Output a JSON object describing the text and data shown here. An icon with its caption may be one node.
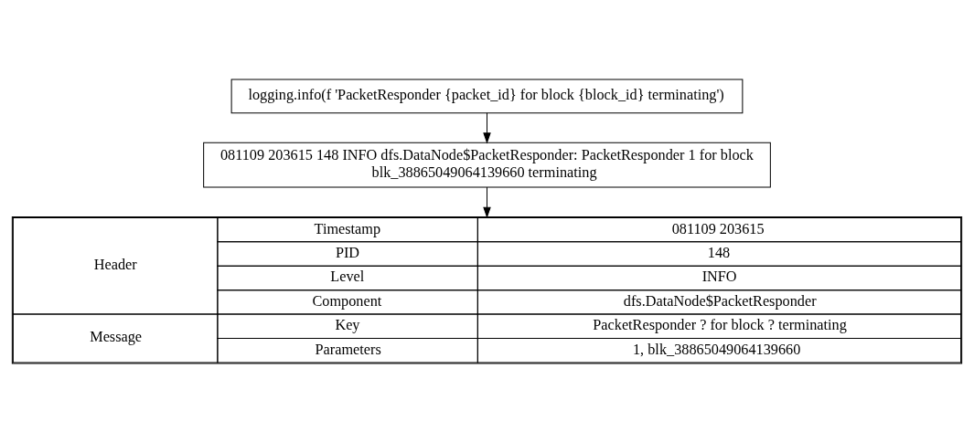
{
  "diagram": {
    "nodes": [
      {
        "text": [
          "logging.info(f 'PacketResponder {packet_id} for block {block_id} terminating')"
        ]
      },
      {
        "text": [
          "081109 203615 148 INFO dfs.DataNode$PacketResponder: PacketResponder 1 for block blk_38865049064139660 terminating"
        ]
      },
      {
        "text": [
          "Header",
          "Timestamp",
          "081109 203615",
          "PID",
          "148",
          "Level",
          "INFO",
          "Component",
          "dfs.DataNode$PacketResponder",
          "Message",
          "Key",
          "PacketResponder ? for block ? terminating",
          "Parameters",
          "1, blk_38865049064139660"
        ]
      }
    ],
    "edges": [
      {
        "from": 0,
        "to": 1,
        "arrow": "to"
      },
      {
        "from": 1,
        "to": 2,
        "arrow": "to"
      }
    ]
  }
}
